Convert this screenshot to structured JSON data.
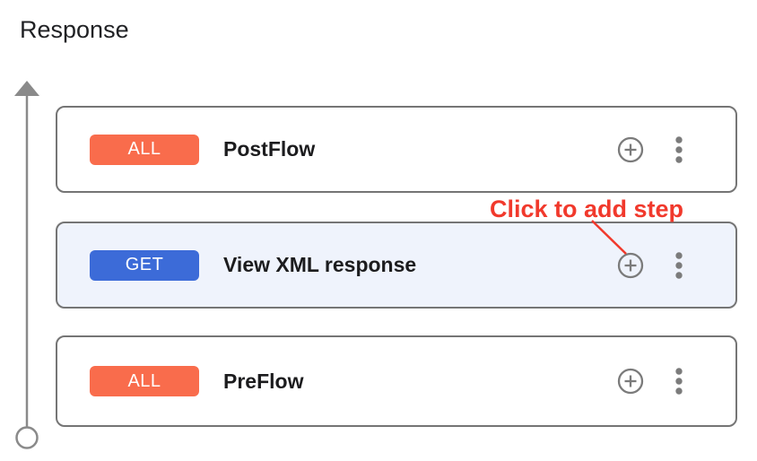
{
  "page": {
    "title": "Response"
  },
  "flows": [
    {
      "method": "ALL",
      "label": "PostFlow",
      "selected": false
    },
    {
      "method": "GET",
      "label": "View XML response",
      "selected": true
    },
    {
      "method": "ALL",
      "label": "PreFlow",
      "selected": false
    }
  ],
  "annotation": {
    "text": "Click to add step"
  },
  "icons": {
    "add_step": "plus-circle",
    "more_options": "kebab-menu",
    "lane": "up-arrow-with-end-circle"
  },
  "colors": {
    "badge_all": "#F96C4C",
    "badge_get": "#3C6BD8",
    "selected_card_bg": "#EFF3FC",
    "card_border": "#757575",
    "icon_gray": "#7B7B7B",
    "arrow_gray": "#8A8A8A",
    "annotation_red": "#F1392C"
  }
}
